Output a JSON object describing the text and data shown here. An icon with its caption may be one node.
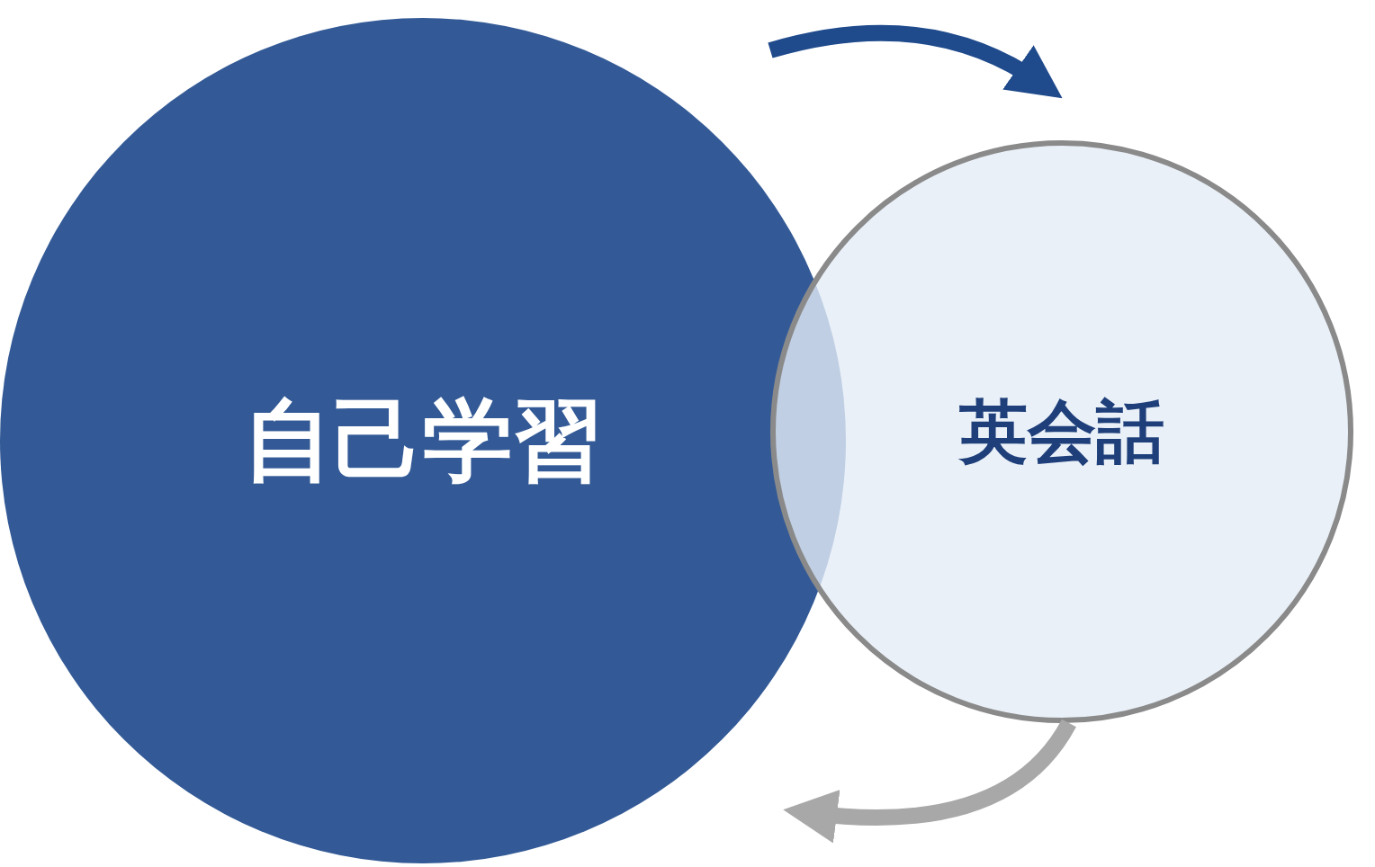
{
  "diagram": {
    "nodes": [
      {
        "text": [
          "自己学習"
        ]
      },
      {
        "text": [
          "英会話"
        ]
      }
    ],
    "edges": [
      {
        "from": 0,
        "to": 1,
        "arrow": "to",
        "color": "#1f4a8c"
      },
      {
        "from": 1,
        "to": 0,
        "arrow": "to",
        "color": "#a8a8a8"
      }
    ]
  }
}
